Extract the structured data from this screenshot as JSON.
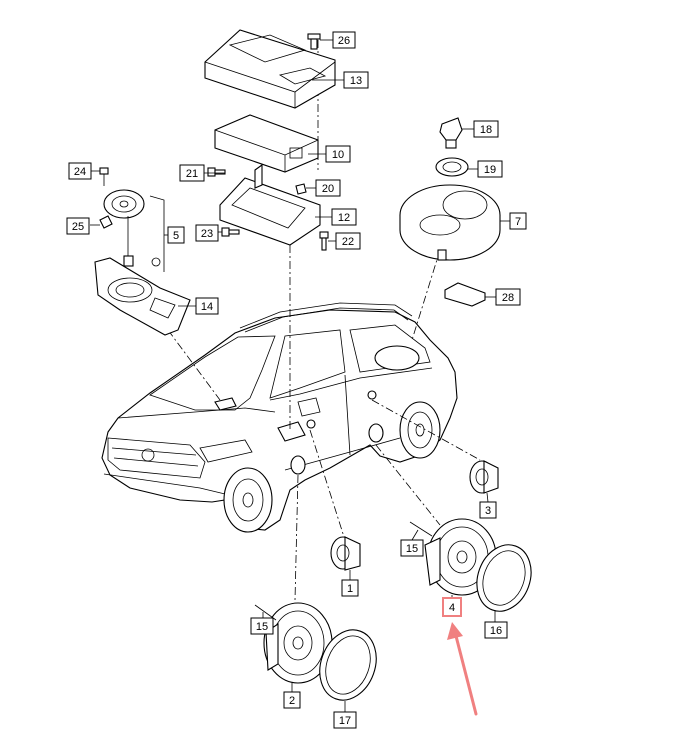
{
  "callouts": [
    {
      "id": "c1",
      "text": "1"
    },
    {
      "id": "c2",
      "text": "2"
    },
    {
      "id": "c3",
      "text": "3"
    },
    {
      "id": "c4",
      "text": "4"
    },
    {
      "id": "c5",
      "text": "5"
    },
    {
      "id": "c7",
      "text": "7"
    },
    {
      "id": "c10",
      "text": "10"
    },
    {
      "id": "c12",
      "text": "12"
    },
    {
      "id": "c13",
      "text": "13"
    },
    {
      "id": "c14",
      "text": "14"
    },
    {
      "id": "c15a",
      "text": "15"
    },
    {
      "id": "c15b",
      "text": "15"
    },
    {
      "id": "c16",
      "text": "16"
    },
    {
      "id": "c17",
      "text": "17"
    },
    {
      "id": "c18",
      "text": "18"
    },
    {
      "id": "c19",
      "text": "19"
    },
    {
      "id": "c20",
      "text": "20"
    },
    {
      "id": "c21",
      "text": "21"
    },
    {
      "id": "c22",
      "text": "22"
    },
    {
      "id": "c23",
      "text": "23"
    },
    {
      "id": "c24",
      "text": "24"
    },
    {
      "id": "c25",
      "text": "25"
    },
    {
      "id": "c26",
      "text": "26"
    },
    {
      "id": "c28",
      "text": "28"
    }
  ],
  "highlight": {
    "callout": "4",
    "color": "#f08080"
  },
  "arrow_color": "#f08080"
}
